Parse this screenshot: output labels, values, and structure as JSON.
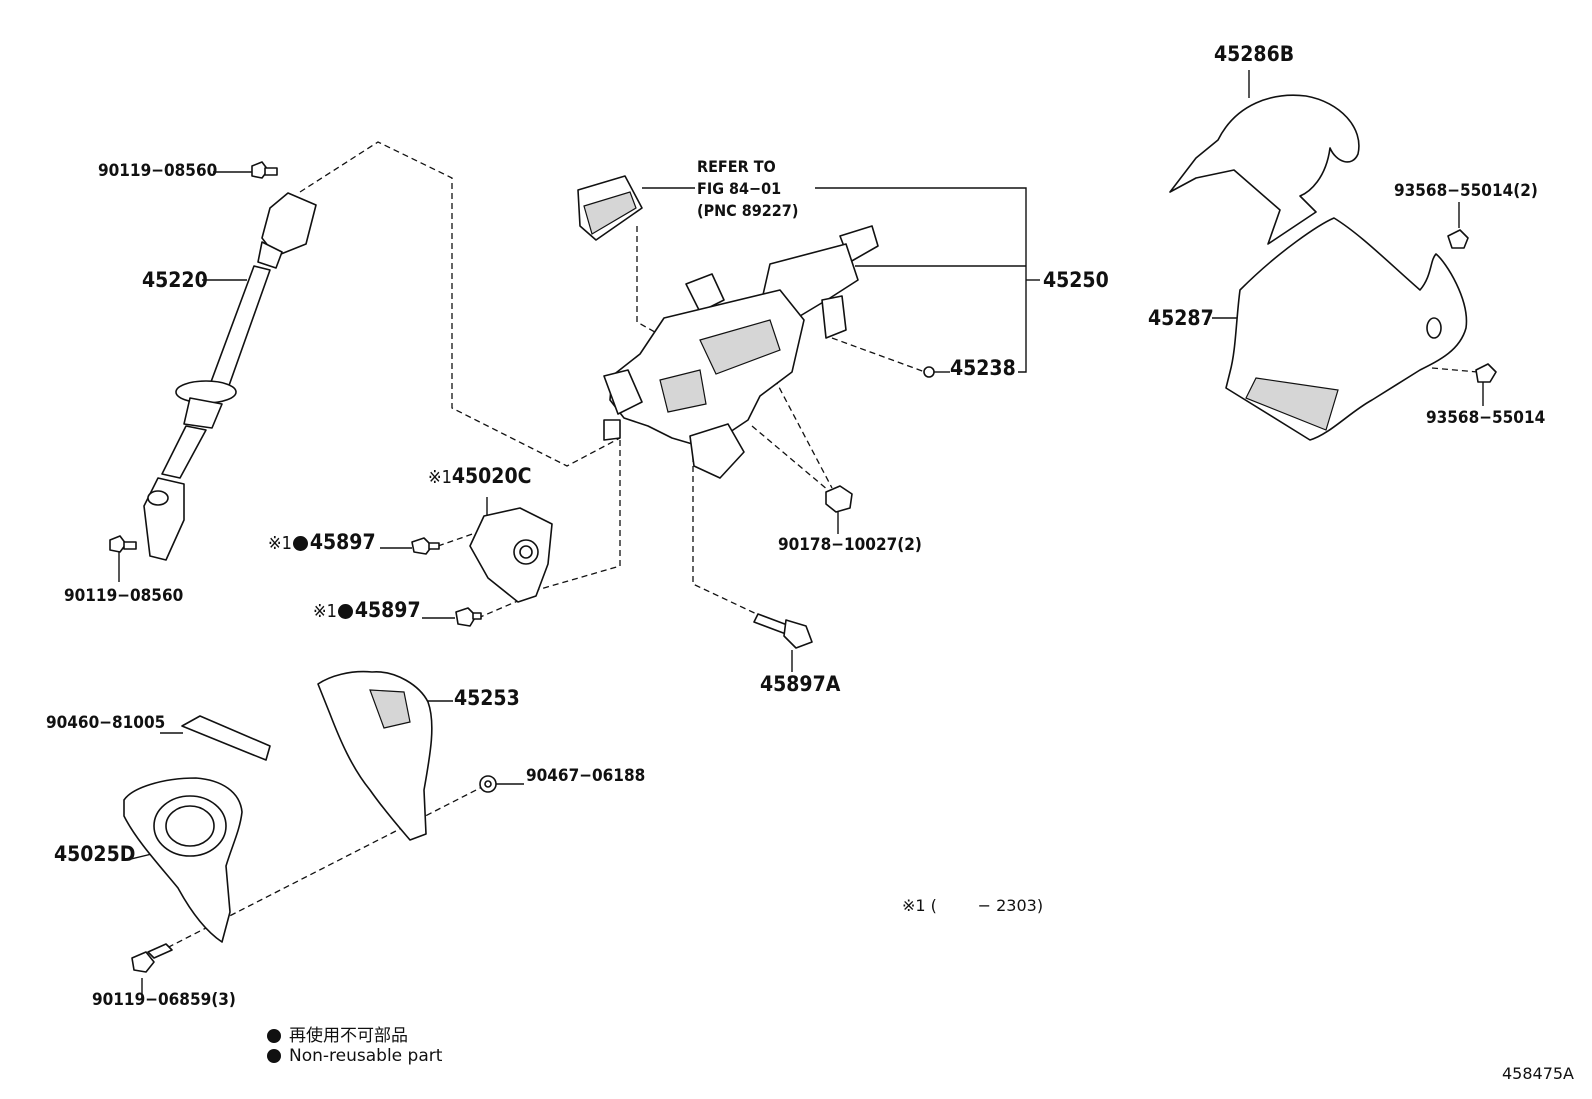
{
  "callouts": {
    "p45286b": "45286B",
    "p93568_2": "93568−55014(2)",
    "p90119_top": "90119−08560",
    "p45220": "45220",
    "p45287": "45287",
    "p93568": "93568−55014",
    "refer": [
      "REFER TO",
      "FIG 84−01",
      "(PNC 89227)"
    ],
    "p45250": "45250",
    "p45238": "45238",
    "p45020c": "45020C",
    "p45897_a": "45897",
    "p45897_b": "45897",
    "p90178": "90178−10027(2)",
    "p90119_bot": "90119−08560",
    "p45897a": "45897A",
    "p45253": "45253",
    "p90460": "90460−81005",
    "p90467": "90467−06188",
    "p45025d": "45025D",
    "p90119_069": "90119−06859(3)"
  },
  "marker": "※1",
  "remark": "※1 (        − 2303)",
  "legend": {
    "jp": "再使用不可部品",
    "en": "Non-reusable part"
  },
  "figure_id": "458475A"
}
